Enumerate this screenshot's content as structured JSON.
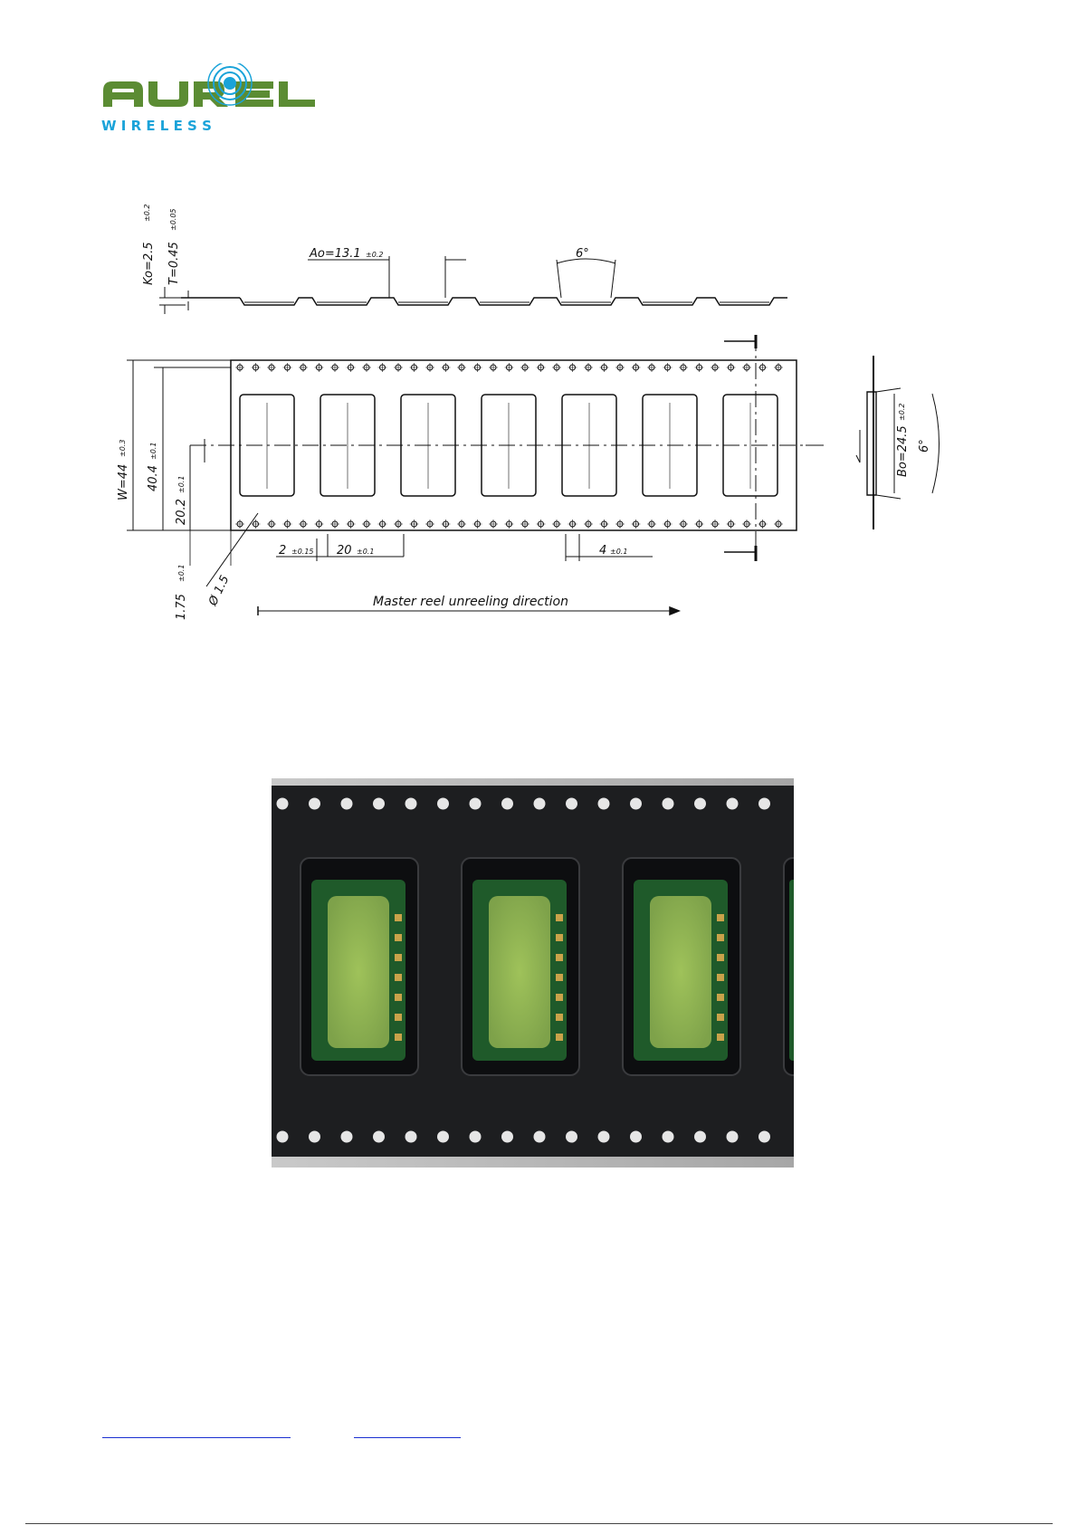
{
  "logo": {
    "brand": "AUREL",
    "tagline": "W I R E L E S S",
    "colors": {
      "green": "#5b8c33",
      "blue": "#1aa3d9"
    }
  },
  "drawing": {
    "top_view": {
      "ko": "Ko=2.5",
      "ko_tol": "±0.2",
      "t": "T=0.45",
      "t_tol": "±0.05",
      "ao": "Ao=13.1",
      "ao_tol": "±0.2",
      "angle": "6°"
    },
    "plan_view": {
      "w": "W=44",
      "w_tol": "±0.3",
      "d40": "40.4",
      "d40_tol": "±0.1",
      "d20": "20.2",
      "d20_tol": "±0.1",
      "d175": "1.75",
      "d175_tol": "±0.1",
      "hole": "Ø 1.5",
      "p2": "2",
      "p2_tol": "±0.15",
      "p20": "20",
      "p20_tol": "±0.1",
      "p4": "4",
      "p4_tol": "±0.1",
      "direction": "Master reel unreeling direction"
    },
    "side_view": {
      "bo": "Bo=24.5",
      "bo_tol": "±0.2",
      "angle": "6°"
    },
    "pocket_count": 7
  },
  "photo": {
    "pocket_count": 3,
    "colors": {
      "tape": "#1d1e20",
      "pcb": "#1f5a2a",
      "module": "#8db050"
    }
  },
  "footer": {
    "link1": "",
    "link2": ""
  }
}
